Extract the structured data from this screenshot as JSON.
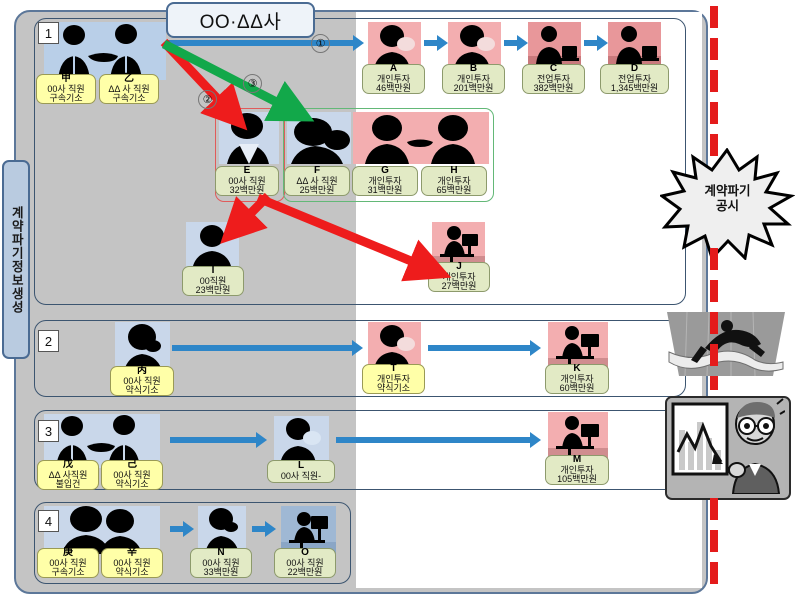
{
  "title": "OO·ΔΔ사",
  "sidebar": {
    "label": "계약파기정보생성"
  },
  "burst": {
    "line1": "계약파기",
    "line2": "공시"
  },
  "rows": [
    {
      "num": "1"
    },
    {
      "num": "2"
    },
    {
      "num": "3"
    },
    {
      "num": "4"
    }
  ],
  "step_markers": [
    {
      "label": "①"
    },
    {
      "label": "②"
    },
    {
      "label": "③"
    }
  ],
  "nodes": {
    "gap": {
      "name": "甲",
      "l1": "00사 직원",
      "l2": "구속기소"
    },
    "eul": {
      "name": "乙",
      "l1": "ΔΔ 사 직원",
      "l2": "구속기소"
    },
    "a": {
      "name": "A",
      "l1": "개인투자",
      "l2": "46백만원"
    },
    "b": {
      "name": "B",
      "l1": "개인투자",
      "l2": "201백만원"
    },
    "c": {
      "name": "C",
      "l1": "전업투자",
      "l2": "382백만원"
    },
    "d": {
      "name": "D",
      "l1": "전업투자",
      "l2": "1,345백만원"
    },
    "e": {
      "name": "E",
      "l1": "00사 직원",
      "l2": "32백만원"
    },
    "f": {
      "name": "F",
      "l1": "ΔΔ 사 직원",
      "l2": "25백만원"
    },
    "g": {
      "name": "G",
      "l1": "개인투자",
      "l2": "31백만원"
    },
    "h": {
      "name": "H",
      "l1": "개인투자",
      "l2": "65백만원"
    },
    "i": {
      "name": "I",
      "l1": "00직원",
      "l2": "23백만원"
    },
    "j": {
      "name": "J",
      "l1": "개인투자",
      "l2": "27백만원"
    },
    "byeong": {
      "name": "丙",
      "l1": "00사 직원",
      "l2": "약식기소"
    },
    "t": {
      "name": "T",
      "l1": "개인투자",
      "l2": "약식기소"
    },
    "k": {
      "name": "K",
      "l1": "개인투자",
      "l2": "60백만원"
    },
    "mu": {
      "name": "戊",
      "l1": "ΔΔ 사직원",
      "l2": "불입건"
    },
    "gi": {
      "name": "己",
      "l1": "00사 직원",
      "l2": "약식기소"
    },
    "l": {
      "name": "L",
      "l1": "00사 직원-",
      "l2": ""
    },
    "m": {
      "name": "M",
      "l1": "개인투자",
      "l2": "105백만원"
    },
    "gyeong": {
      "name": "庚",
      "l1": "00사 직원",
      "l2": "구속기소"
    },
    "sin": {
      "name": "辛",
      "l1": "00사 직원",
      "l2": "약식기소"
    },
    "n": {
      "name": "N",
      "l1": "00사 직원",
      "l2": "33백만원"
    },
    "o": {
      "name": "O",
      "l1": "00사 직원",
      "l2": "22백만원"
    }
  },
  "colors": {
    "board": "#c4c4c4",
    "blue_arrow": "#2e86c8",
    "red_arrow": "#ee1c1c",
    "green_arrow": "#12a84a",
    "dashed_line": "#e41b1b",
    "yellow_label": "#ffffa8",
    "green_label": "#e2eac5",
    "photo_blue": "#b9cfe8",
    "photo_pink": "#f3aeb0"
  }
}
